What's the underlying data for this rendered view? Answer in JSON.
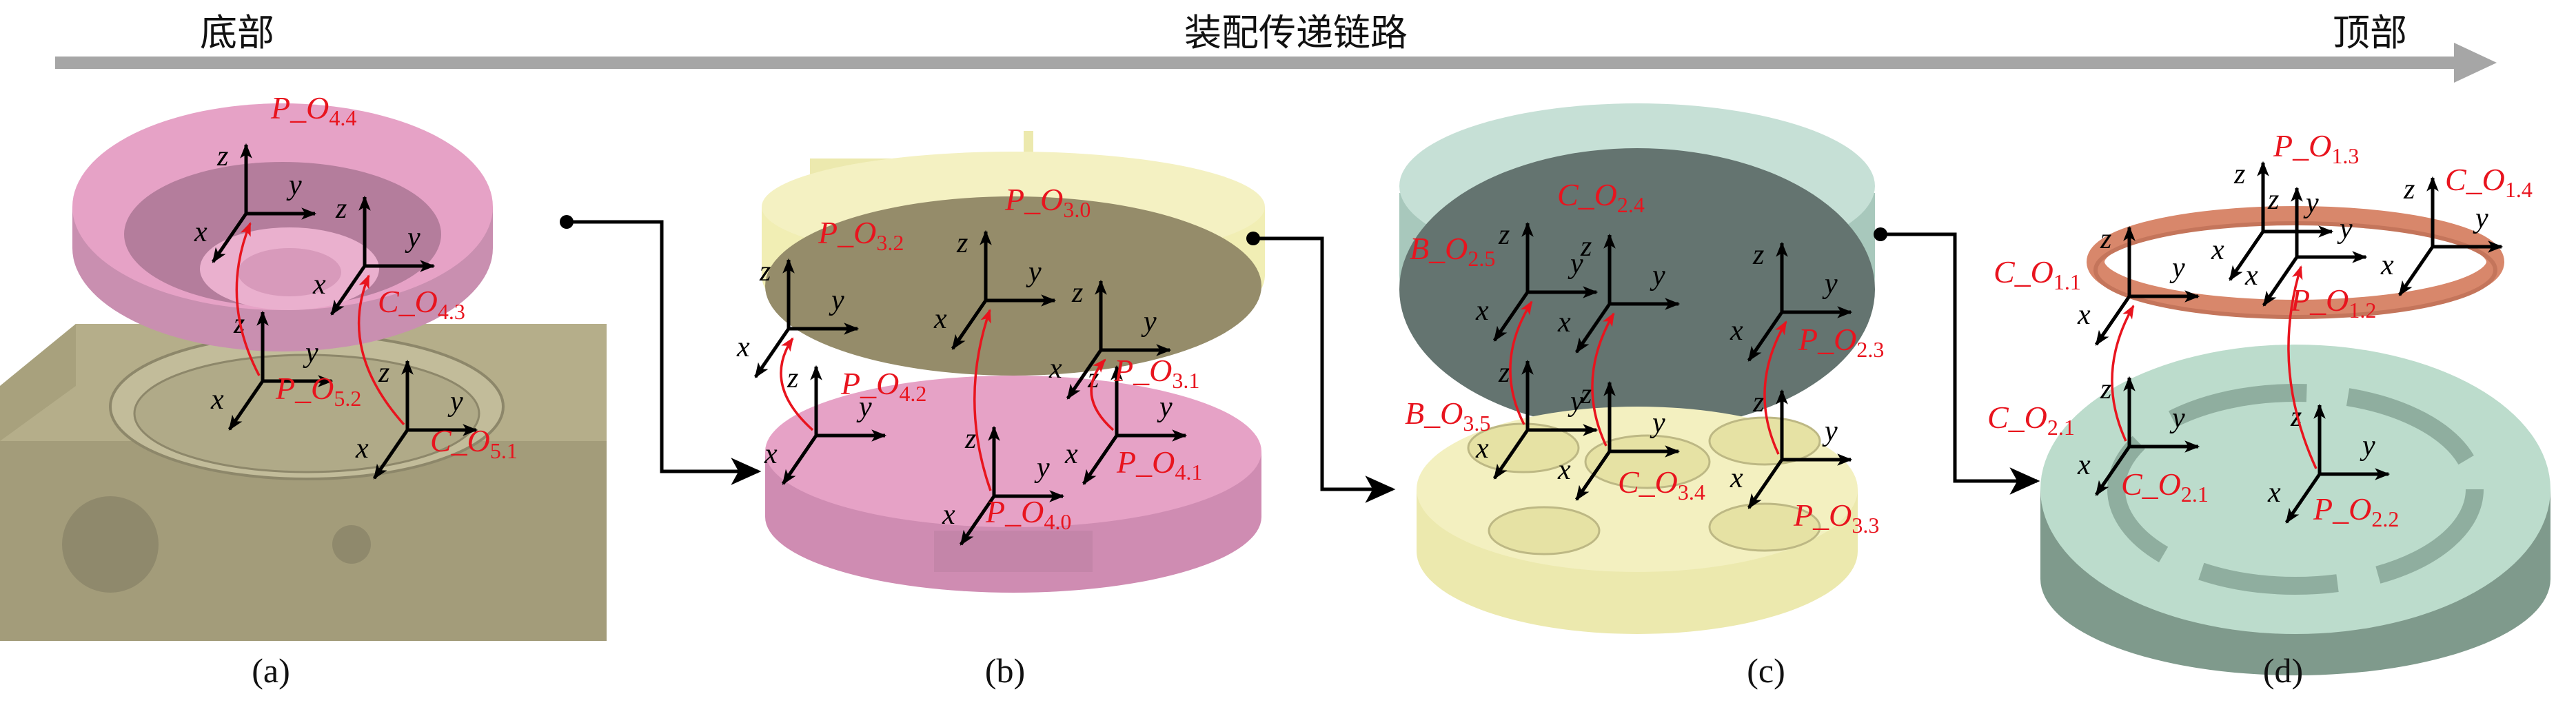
{
  "header": {
    "left": "底部",
    "center": "装配传递链路",
    "right": "顶部"
  },
  "axes": {
    "x": "x",
    "y": "y",
    "z": "z"
  },
  "colors": {
    "flow_arrow": "#a6a6a6",
    "label": "#e8141e",
    "pink_part": "#e6a2c6",
    "tan_part": "#b5ae8a",
    "yellow_part": "#f1eeb4",
    "green_part": "#bcdccc",
    "ring_part": "#d8876b"
  },
  "panels": [
    {
      "caption": "(a)",
      "frames": [
        {
          "main": "P_O",
          "sub": "4.4"
        },
        {
          "main": "C_O",
          "sub": "4.3"
        },
        {
          "main": "P_O",
          "sub": "5.2"
        },
        {
          "main": "C_O",
          "sub": "5.1"
        }
      ]
    },
    {
      "caption": "(b)",
      "frames": [
        {
          "main": "P_O",
          "sub": "3.2"
        },
        {
          "main": "P_O",
          "sub": "3.0"
        },
        {
          "main": "P_O",
          "sub": "3.1"
        },
        {
          "main": "P_O",
          "sub": "4.2"
        },
        {
          "main": "P_O",
          "sub": "4.0"
        },
        {
          "main": "P_O",
          "sub": "4.1"
        }
      ]
    },
    {
      "caption": "(c)",
      "frames": [
        {
          "main": "B_O",
          "sub": "2.5"
        },
        {
          "main": "C_O",
          "sub": "2.4"
        },
        {
          "main": "P_O",
          "sub": "2.3"
        },
        {
          "main": "B_O",
          "sub": "3.5"
        },
        {
          "main": "C_O",
          "sub": "3.4"
        },
        {
          "main": "P_O",
          "sub": "3.3"
        }
      ]
    },
    {
      "caption": "(d)",
      "frames": [
        {
          "main": "C_O",
          "sub": "1.1"
        },
        {
          "main": "P_O",
          "sub": "1.3"
        },
        {
          "main": "P_O",
          "sub": "1.2"
        },
        {
          "main": "C_O",
          "sub": "1.4"
        },
        {
          "main": "C_O",
          "sub": "2.1"
        },
        {
          "main": "P_O",
          "sub": "2.2"
        },
        {
          "main": "C_O",
          "sub": "2.1"
        }
      ]
    }
  ]
}
